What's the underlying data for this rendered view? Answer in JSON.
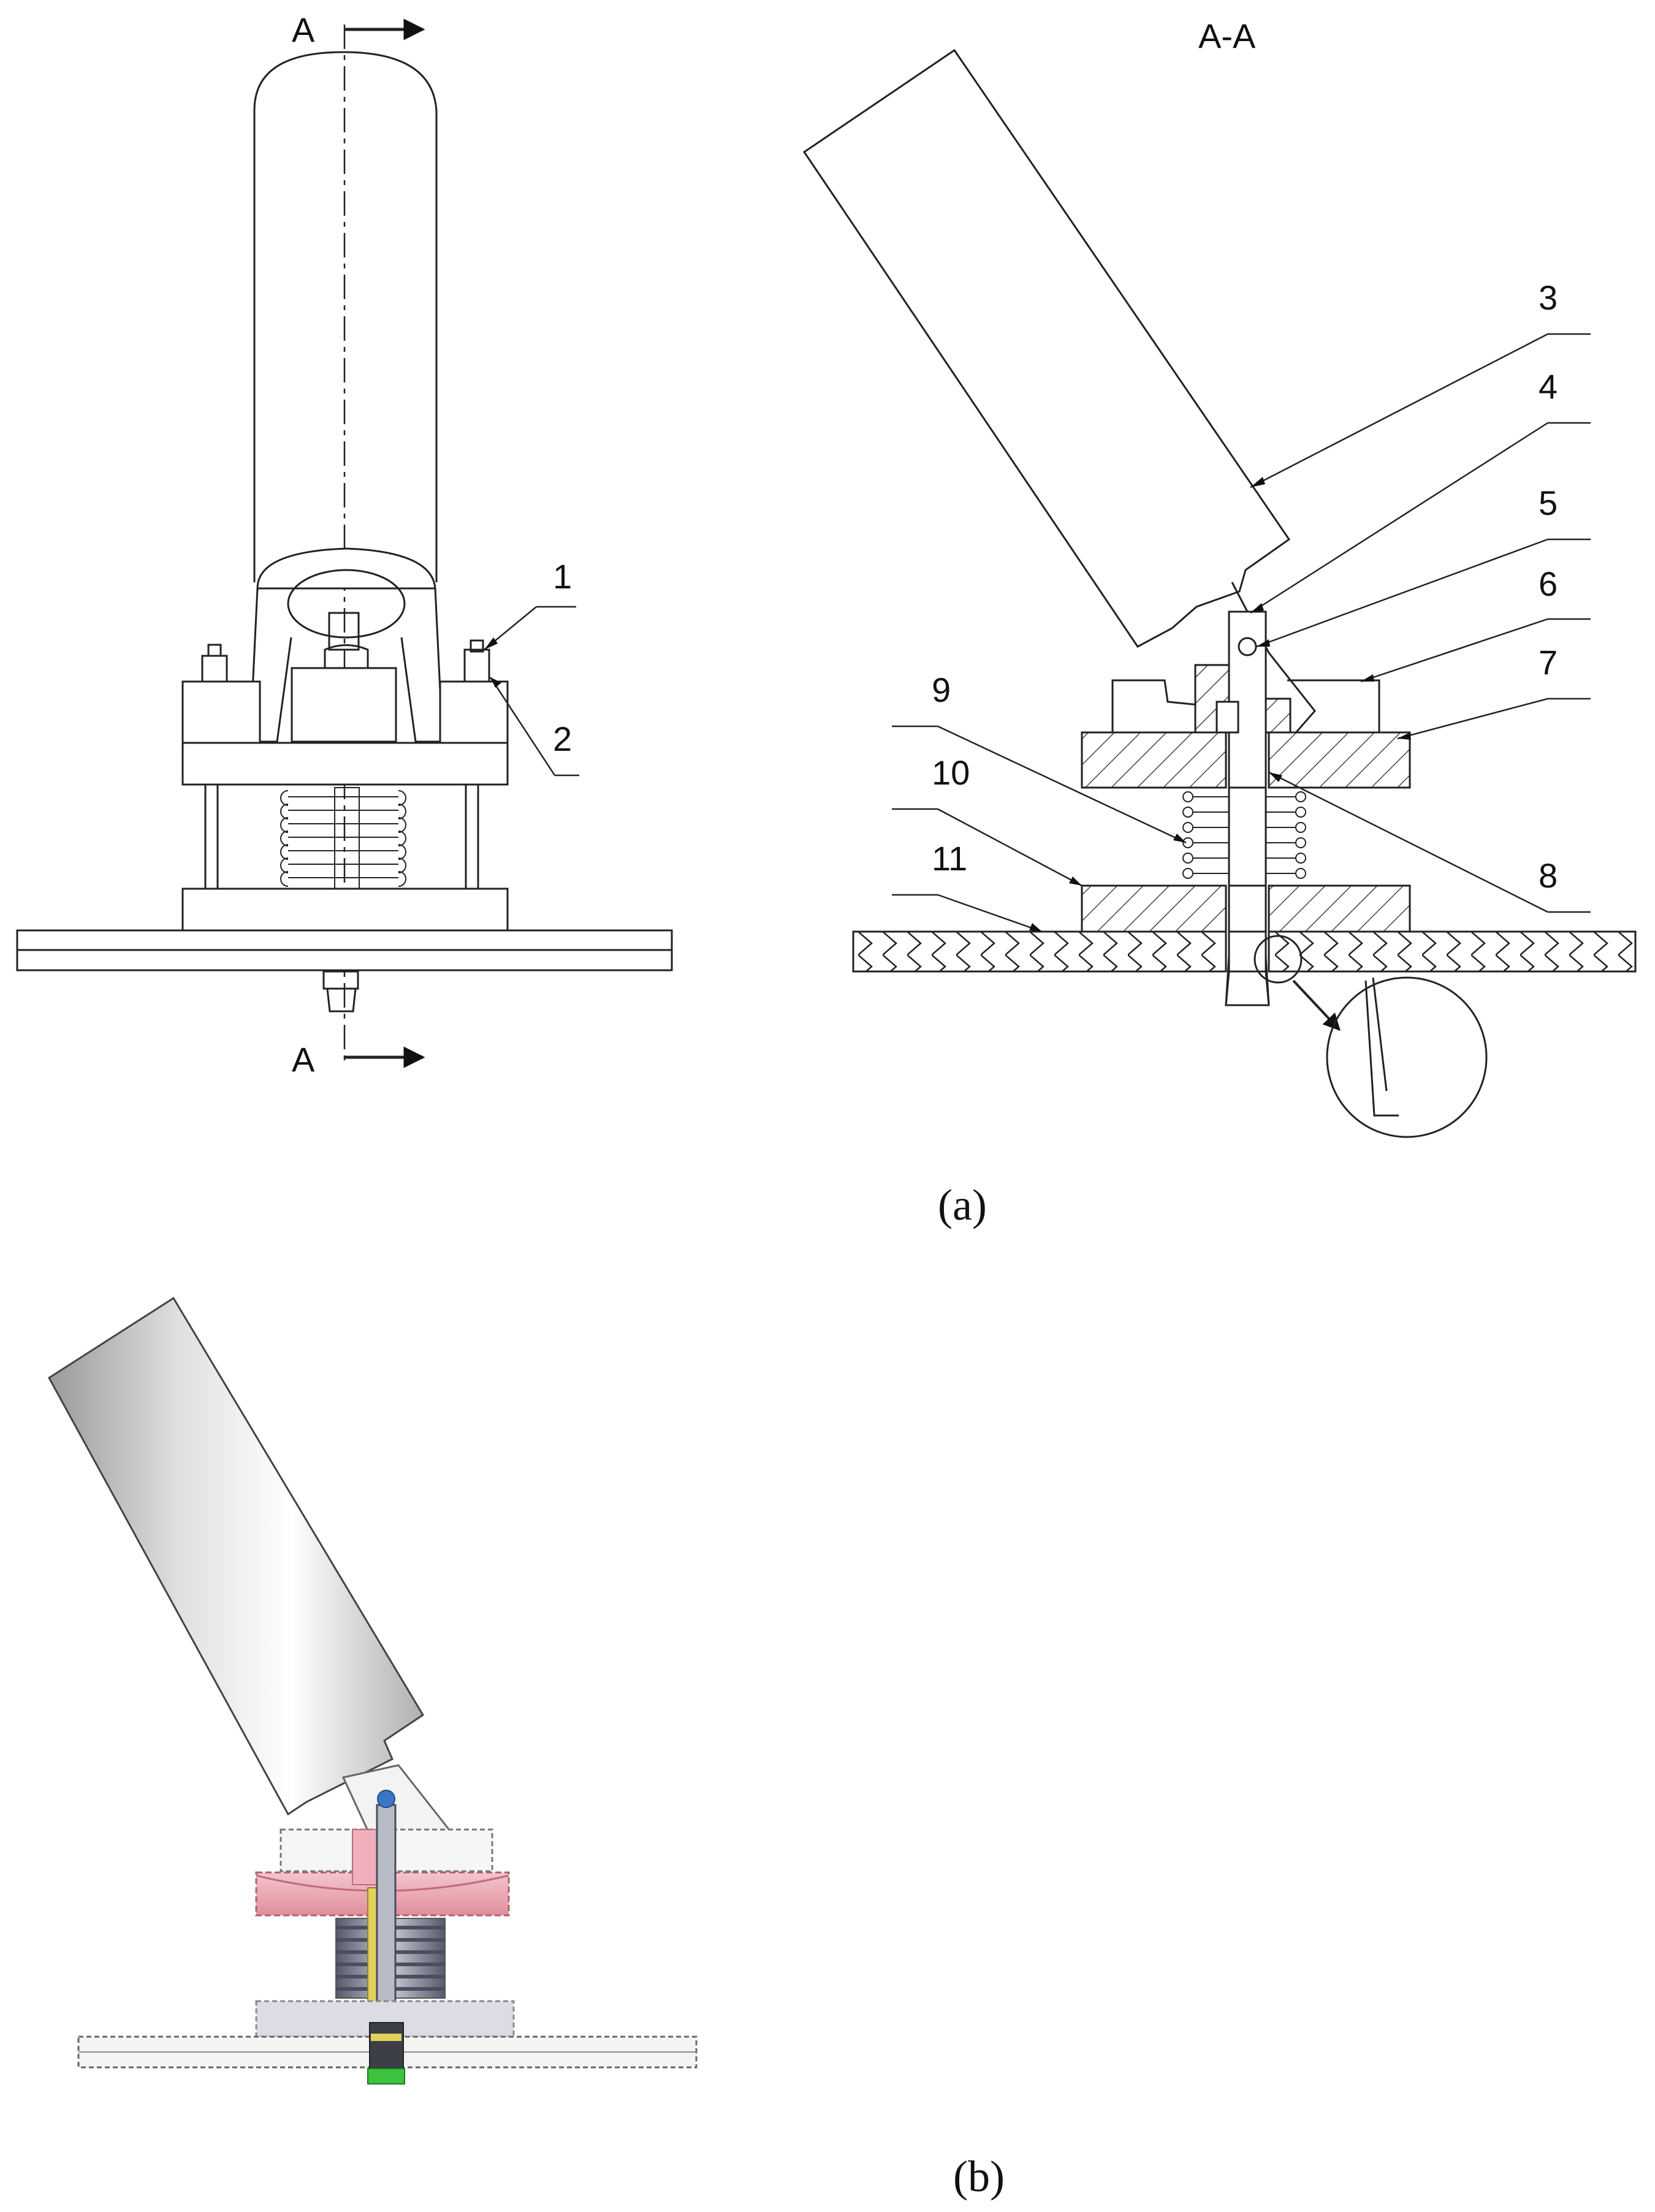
{
  "front_view": {
    "section_label_top": "A",
    "section_label_bottom": "A",
    "callouts": [
      "1",
      "2"
    ]
  },
  "section_view": {
    "title": "A-A",
    "callouts": [
      "3",
      "4",
      "5",
      "6",
      "7",
      "8",
      "9",
      "10",
      "11"
    ]
  },
  "captions": {
    "a": "(a)",
    "b": "(b)"
  },
  "colors": {
    "line": "#222222",
    "ring_fill": "#e9a6b1",
    "spring": "#8b8f99",
    "tip_green": "#3cc23c",
    "tip_blue": "#3a76c8",
    "yellow": "#e3d25a"
  }
}
